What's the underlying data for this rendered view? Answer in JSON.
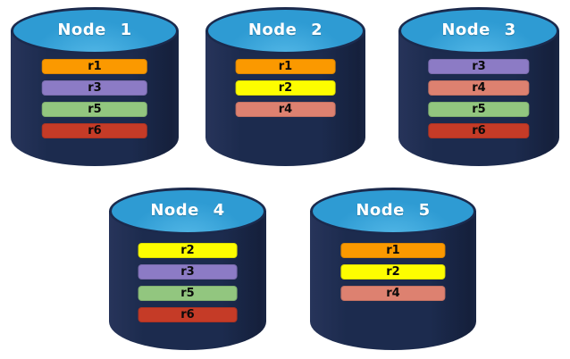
{
  "figure": {
    "background": "#ffffff",
    "description_colors": {
      "cylinder_top": "#2e9bd3",
      "cylinder_body": "#1c2b4e",
      "cylinder_outline": "#1b2a4d",
      "title_text": "#ffffff",
      "bar_text": "#0a0a0a"
    }
  },
  "palette": {
    "r1": "#fb9900",
    "r2": "#fdfd00",
    "r3": "#8c7bc5",
    "r4": "#dd8170",
    "r5": "#92c67f",
    "r6": "#c53b27"
  },
  "nodes": [
    {
      "title": "Node 1",
      "bars": [
        "r1",
        "r3",
        "r5",
        "r6"
      ]
    },
    {
      "title": "Node 2",
      "bars": [
        "r1",
        "r2",
        "r4"
      ]
    },
    {
      "title": "Node 3",
      "bars": [
        "r3",
        "r4",
        "r5",
        "r6"
      ]
    },
    {
      "title": "Node 4",
      "bars": [
        "r2",
        "r3",
        "r5",
        "r6"
      ]
    },
    {
      "title": "Node 5",
      "bars": [
        "r1",
        "r2",
        "r4"
      ]
    }
  ]
}
